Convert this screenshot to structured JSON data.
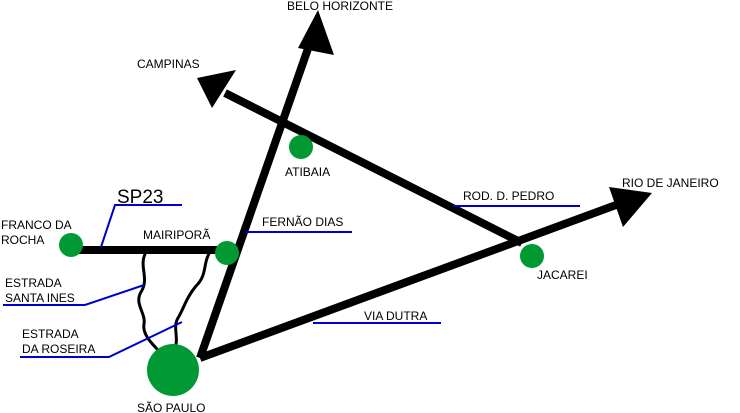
{
  "map": {
    "colors": {
      "background": "#ffffff",
      "road": "#000000",
      "city": "#009933",
      "leader": "#0000cc",
      "text": "#000000"
    },
    "destinations": {
      "belo_horizonte": "BELO HORIZONTE",
      "campinas": "CAMPINAS",
      "rio_de_janeiro": "RIO DE JANEIRO"
    },
    "cities": {
      "sao_paulo": "SÃO PAULO",
      "atibaia": "ATIBAIA",
      "jacarei": "JACAREI",
      "mairipora": "MAIRIPORÃ",
      "franco_da_rocha_line1": "FRANCO DA",
      "franco_da_rocha_line2": "ROCHA"
    },
    "roads": {
      "sp23": "SP23",
      "fernao_dias": "FERNÃO DIAS",
      "rod_d_pedro": "ROD. D. PEDRO",
      "via_dutra": "VIA DUTRA",
      "estrada_santa_ines_line1": "ESTRADA",
      "estrada_santa_ines_line2": "SANTA INES",
      "estrada_da_roseira_line1": "ESTRADA",
      "estrada_da_roseira_line2": "DA ROSEIRA"
    }
  }
}
